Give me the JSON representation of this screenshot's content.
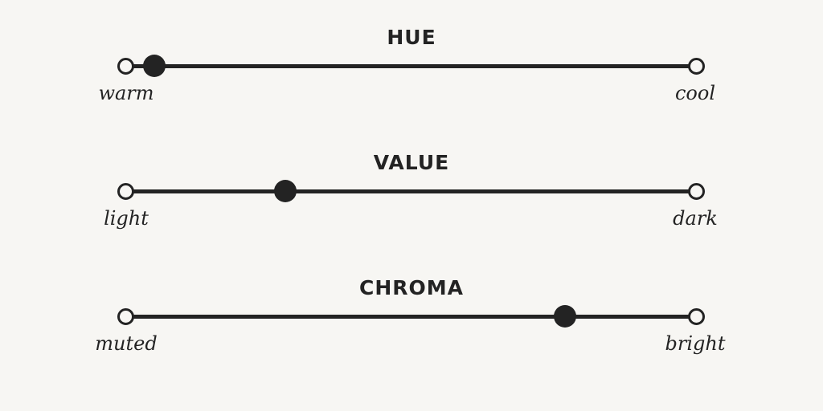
{
  "sliders": [
    {
      "title": "HUE",
      "left_label": "warm",
      "right_label": "cool",
      "position": 0.05
    },
    {
      "title": "VALUE",
      "left_label": "light",
      "right_label": "dark",
      "position": 0.28
    },
    {
      "title": "CHROMA",
      "left_label": "muted",
      "right_label": "bright",
      "position": 0.77
    }
  ]
}
